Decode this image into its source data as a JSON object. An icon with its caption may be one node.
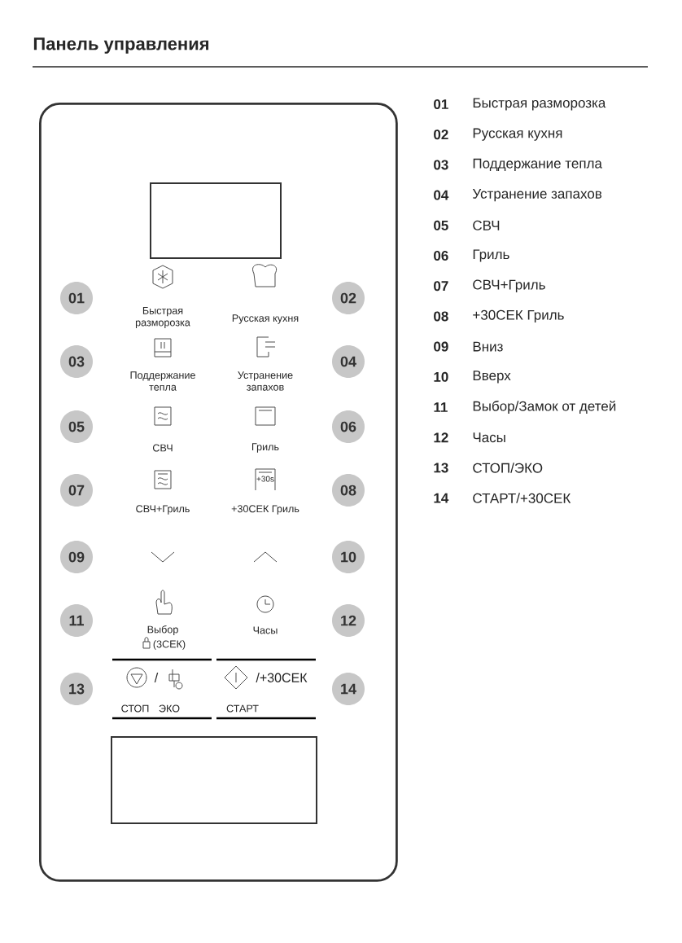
{
  "diagram": {
    "title": "Панель управления",
    "nodes": [
      {
        "text": [],
        "shape": "box"
      },
      {
        "text": [],
        "shape": "box",
        "in": 0
      },
      {
        "text": [
          "01"
        ],
        "in": 0
      },
      {
        "text": [
          "02"
        ],
        "in": 0
      },
      {
        "text": [
          "03"
        ],
        "in": 0
      },
      {
        "text": [
          "04"
        ],
        "in": 0
      },
      {
        "text": [
          "05"
        ],
        "in": 0
      },
      {
        "text": [
          "06"
        ],
        "in": 0
      },
      {
        "text": [
          "07"
        ],
        "in": 0
      },
      {
        "text": [
          "08"
        ],
        "in": 0
      },
      {
        "text": [
          "09"
        ],
        "in": 0
      },
      {
        "text": [
          "10"
        ],
        "in": 0
      },
      {
        "text": [
          "11"
        ],
        "in": 0
      },
      {
        "text": [
          "12"
        ],
        "in": 0
      },
      {
        "text": [
          "13"
        ],
        "in": 0
      },
      {
        "text": [
          "14"
        ],
        "in": 0
      },
      {
        "text": [],
        "shape": "box",
        "in": 0
      }
    ],
    "labels": [
      "Быстрая разморозка",
      "Русская кухня",
      "Поддержание тепла",
      "Устранение запахов",
      "СВЧ",
      "Гриль",
      "+30s",
      "СВЧ+Гриль",
      "+30СЕК Гриль",
      "Выбор",
      "Часы",
      "(3СЕК)",
      "/",
      "/+30СЕК",
      "СТОП",
      "ЭКО",
      "СТАРТ",
      "01",
      "Быстрая разморозка",
      "02",
      "Русская кухня",
      "03",
      "Поддержание тепла",
      "04",
      "Устранение запахов",
      "05",
      "СВЧ",
      "06",
      "Гриль",
      "07",
      "СВЧ+Гриль",
      "08",
      "+30СЕК Гриль",
      "09",
      "Вниз",
      "10",
      "Вверх",
      "11",
      "Выбор/Замок от детей",
      "12",
      "Часы",
      "13",
      "СТОП/ЭКО",
      "14",
      "СТАРТ/+30СЕК"
    ]
  }
}
